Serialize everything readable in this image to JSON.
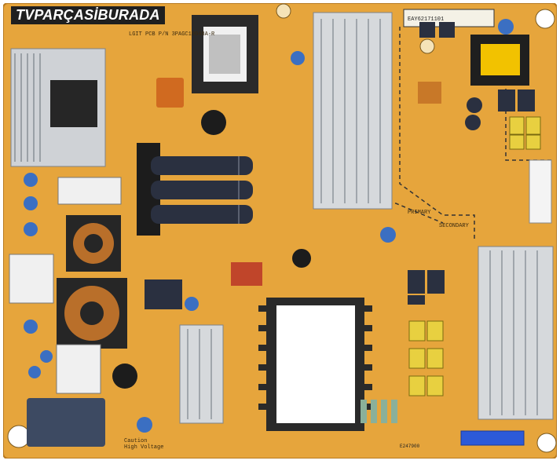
{
  "watermark": "TVPARÇASİBURADA",
  "silkscreen": {
    "pcb_pn": "LGIT PCB P/N  3PAGC10048A-R",
    "primary": "PRIMARY",
    "secondary": "SECONDARY",
    "caution": "Caution\nHigh Voltage",
    "model_tag": "EAY62171101",
    "ul": "E247900"
  },
  "colors": {
    "board": "#e6a53c",
    "board_dark": "#c98a28",
    "heatsink": "#cfd2d6",
    "transformer": "#f2c200",
    "capacitor_dark": "#2a3040",
    "capacitor_yellow": "#e8d040",
    "blue_cap": "#3b6fc2",
    "orange_cap": "#d06a20",
    "common_choke": "#303030",
    "white_block": "#f4f4f4",
    "connector_blue": "#2c5ad8"
  }
}
